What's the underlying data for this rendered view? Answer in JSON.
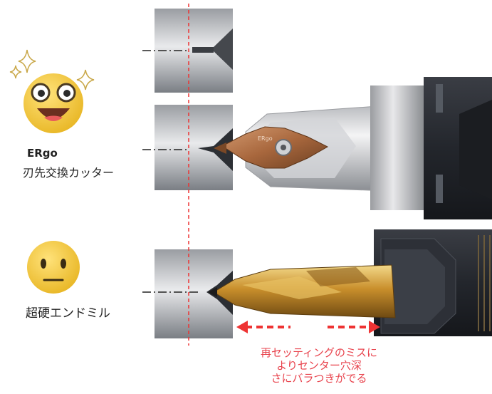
{
  "ergo": {
    "title": "ERgo",
    "description": "刃先交換カッター",
    "face": "happy-sparkle-emoji"
  },
  "endmill": {
    "label": "超硬エンドミル",
    "face": "neutral-emoji"
  },
  "note": {
    "lines": [
      "再セッティングのミスに",
      "よりセンター穴深",
      "さにバラつきがでる"
    ]
  },
  "colors": {
    "emoji_yellow": "#f2c530",
    "note_red": "#e8424c",
    "guide_line_red": "#e33",
    "workpiece_gray": "#8e9196",
    "drill_gold": "#c98f2c",
    "insert_bronze": "#a8673d"
  },
  "icons": [
    "sparkle-icon",
    "dimension-arrow-icon"
  ]
}
